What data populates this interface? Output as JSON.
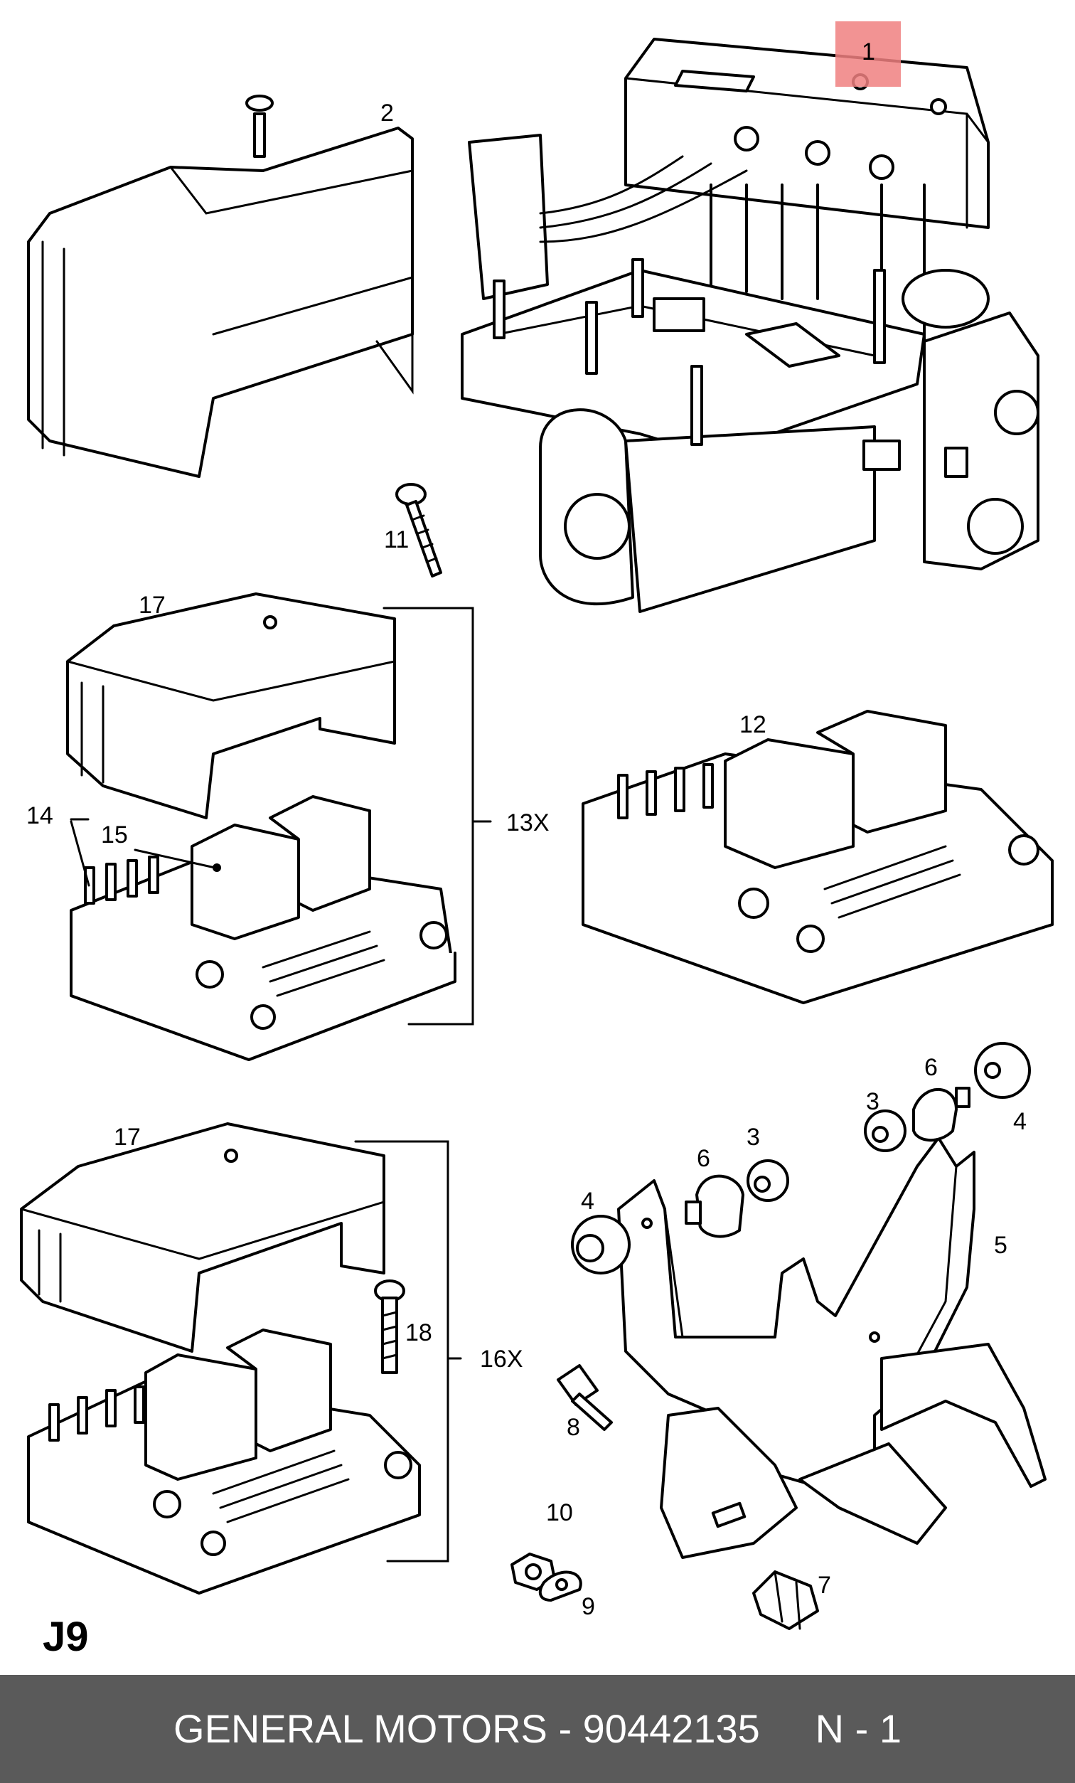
{
  "callouts": {
    "c1": "1",
    "c2": "2",
    "c3a": "3",
    "c3b": "3",
    "c4a": "4",
    "c4b": "4",
    "c5": "5",
    "c6a": "6",
    "c6b": "6",
    "c7": "7",
    "c8": "8",
    "c9": "9",
    "c10": "10",
    "c11": "11",
    "c12": "12",
    "c13": "13X",
    "c14": "14",
    "c15": "15",
    "c16": "16X",
    "c17a": "17",
    "c17b": "17",
    "c18": "18"
  },
  "page_code": "J9",
  "footer": {
    "text": "GENERAL MOTORS - 90442135     N - 1",
    "background": "#5a5a5a",
    "text_color": "#ffffff"
  },
  "highlight": {
    "callout": "1",
    "color": "#f08080"
  }
}
